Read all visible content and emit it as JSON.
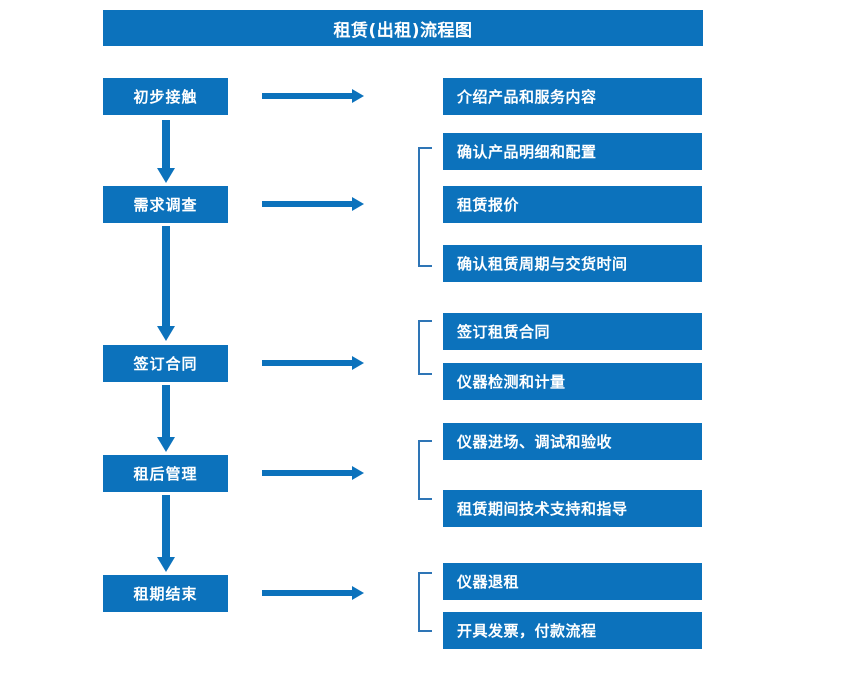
{
  "title": "租赁(出租)流程图",
  "colors": {
    "primary_blue": "#0C72BC",
    "bracket_blue": "#2E75B6",
    "text_white": "#FFFFFF",
    "background": "#FFFFFF"
  },
  "chart_data": {
    "type": "diagram",
    "title": "租赁(出租)流程图",
    "stages": [
      {
        "label": "初步接触",
        "details": [
          "介绍产品和服务内容"
        ]
      },
      {
        "label": "需求调查",
        "details": [
          "确认产品明细和配置",
          "租赁报价",
          "确认租赁周期与交货时间"
        ]
      },
      {
        "label": "签订合同",
        "details": [
          "签订租赁合同",
          "仪器检测和计量"
        ]
      },
      {
        "label": "租后管理",
        "details": [
          "仪器进场、调试和验收",
          "租赁期间技术支持和指导"
        ]
      },
      {
        "label": "租期结束",
        "details": [
          "仪器退租",
          "开具发票，付款流程"
        ]
      }
    ]
  },
  "stages": [
    {
      "label": "初步接触"
    },
    {
      "label": "需求调查"
    },
    {
      "label": "签订合同"
    },
    {
      "label": "租后管理"
    },
    {
      "label": "租期结束"
    }
  ],
  "details": [
    {
      "label": "介绍产品和服务内容"
    },
    {
      "label": "确认产品明细和配置"
    },
    {
      "label": "租赁报价"
    },
    {
      "label": "确认租赁周期与交货时间"
    },
    {
      "label": "签订租赁合同"
    },
    {
      "label": "仪器检测和计量"
    },
    {
      "label": "仪器进场、调试和验收"
    },
    {
      "label": "租赁期间技术支持和指导"
    },
    {
      "label": "仪器退租"
    },
    {
      "label": "开具发票，付款流程"
    }
  ]
}
